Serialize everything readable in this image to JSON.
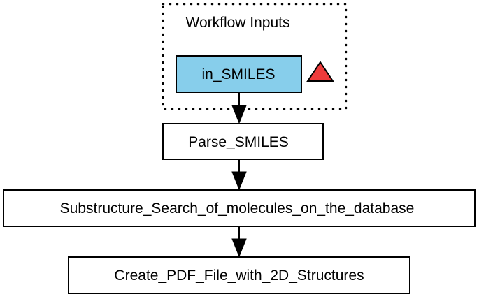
{
  "colors": {
    "background": "#ffffff",
    "stroke": "#000000",
    "input_fill": "#87ceeb",
    "default_fill": "#ffffff",
    "triangle_fill": "#ee3b3b"
  },
  "cluster": {
    "label": "Workflow Inputs"
  },
  "nodes": {
    "in_smiles": {
      "label": "in_SMILES"
    },
    "parse_smiles": {
      "label": "Parse_SMILES"
    },
    "substructure_search": {
      "label": "Substructure_Search_of_molecules_on_the_database"
    },
    "create_pdf": {
      "label": "Create_PDF_File_with_2D_Structures"
    }
  },
  "icons": {
    "input_marker": "triangle-warning-icon"
  },
  "edges": [
    {
      "from": "in_SMILES",
      "to": "Parse_SMILES"
    },
    {
      "from": "Parse_SMILES",
      "to": "Substructure_Search_of_molecules_on_the_database"
    },
    {
      "from": "Substructure_Search_of_molecules_on_the_database",
      "to": "Create_PDF_File_with_2D_Structures"
    }
  ]
}
